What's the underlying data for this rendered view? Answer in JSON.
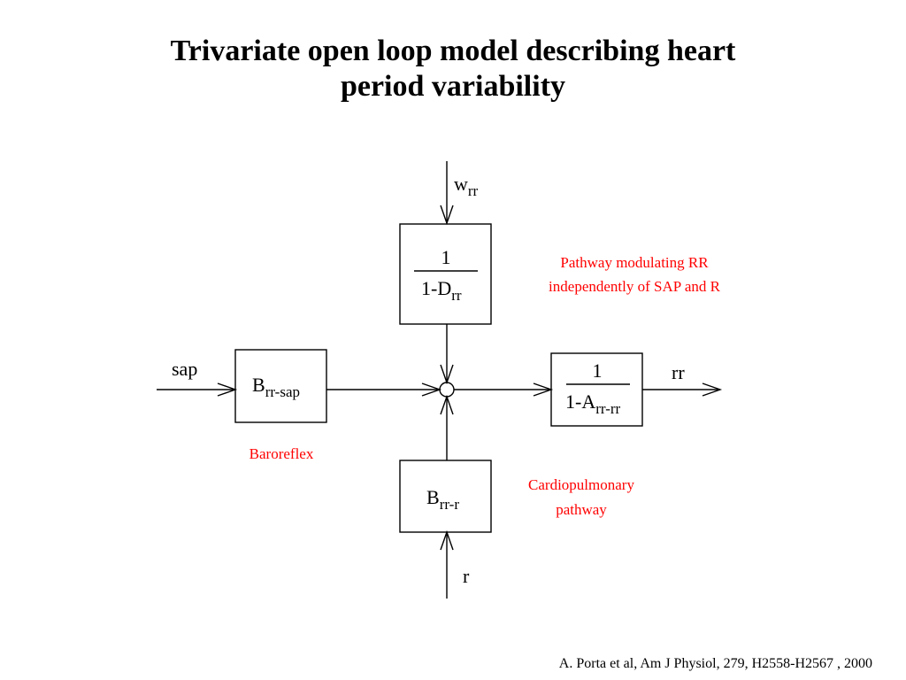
{
  "title": {
    "line1": "Trivariate open loop model describing heart",
    "line2": "period variability"
  },
  "blocks": {
    "d_block": {
      "numerator": "1",
      "denominator_main": "1-D",
      "denominator_sub": "rr"
    },
    "a_block": {
      "numerator": "1",
      "denominator_main": "1-A",
      "denominator_sub": "rr-rr"
    },
    "b_sap": {
      "main": "B",
      "sub": "rr-sap"
    },
    "b_r": {
      "main": "B",
      "sub": "rr-r"
    }
  },
  "signals": {
    "w_main": "w",
    "w_sub": "rr",
    "sap": "sap",
    "rr": "rr",
    "r": "r"
  },
  "annotations": {
    "pathway_line1": "Pathway modulating RR",
    "pathway_line2": "independently of  SAP and R",
    "baroreflex": "Baroreflex",
    "cardio_line1": "Cardiopulmonary",
    "cardio_line2": "pathway"
  },
  "citation": "A. Porta et al, Am J Physiol, 279, H2558-H2567 , 2000",
  "colors": {
    "annotation": "#ff0000",
    "line": "#000000"
  }
}
